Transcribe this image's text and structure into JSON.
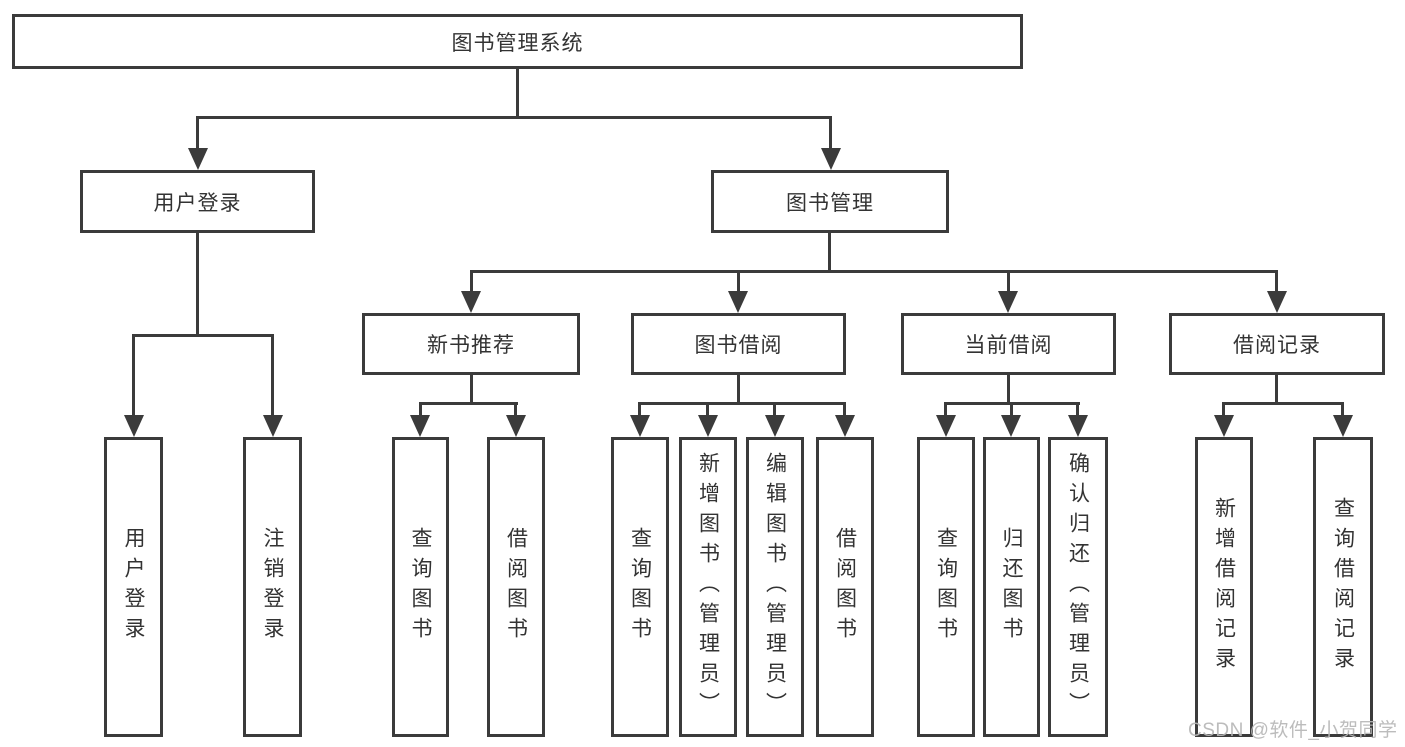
{
  "tree": {
    "root": {
      "label": "图书管理系统"
    },
    "branches": [
      {
        "label": "用户登录",
        "children": [
          "用户登录",
          "注销登录"
        ]
      },
      {
        "label": "图书管理",
        "children": [
          {
            "label": "新书推荐",
            "children": [
              "查询图书",
              "借阅图书"
            ]
          },
          {
            "label": "图书借阅",
            "children": [
              "查询图书",
              "新增图书（管理员）",
              "编辑图书（管理员）",
              "借阅图书"
            ]
          },
          {
            "label": "当前借阅",
            "children": [
              "查询图书",
              "归还图书",
              "确认归还（管理员）"
            ]
          },
          {
            "label": "借阅记录",
            "children": [
              "新增借阅记录",
              "查询借阅记录"
            ]
          }
        ]
      }
    ]
  },
  "watermark": {
    "text": "CSDN @软件_小贺同学"
  },
  "colors": {
    "line": "#3b3b3b",
    "text": "#333333",
    "background": "#ffffff",
    "watermark": "#b7b7b7"
  }
}
